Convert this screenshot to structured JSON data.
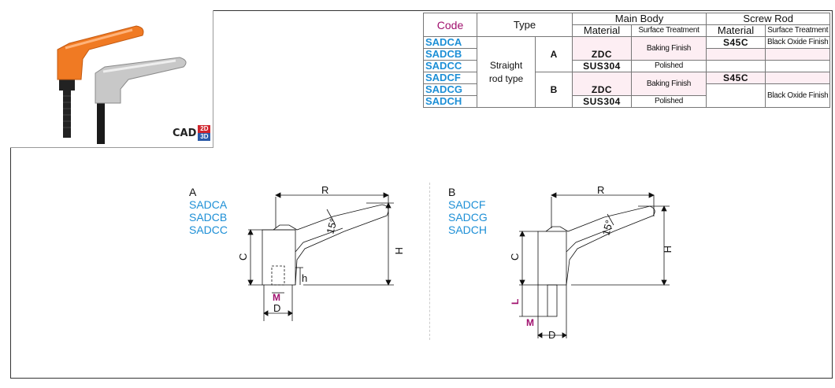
{
  "table": {
    "headers": {
      "code": "Code",
      "type": "Type",
      "main_body": "Main Body",
      "screw_rod": "Screw Rod",
      "material": "Material",
      "surface_treatment": "Surface Treatment"
    },
    "rod_type": [
      "Straight",
      "rod type"
    ],
    "rows": [
      {
        "code": "SADCA",
        "group": "A",
        "body_material": "ZDC",
        "body_treatment": "Baking Finish",
        "rod_material": "S45C",
        "rod_treatment": "Black Oxide Finish"
      },
      {
        "code": "SADCB",
        "group": "A",
        "body_material": "ZDC",
        "body_treatment": "Baking Finish",
        "rod_material": "",
        "rod_treatment": ""
      },
      {
        "code": "SADCC",
        "group": "A",
        "body_material": "SUS304",
        "body_treatment": "Polished",
        "rod_material": "",
        "rod_treatment": ""
      },
      {
        "code": "SADCF",
        "group": "B",
        "body_material": "ZDC",
        "body_treatment": "Baking Finish",
        "rod_material": "S45C",
        "rod_treatment": ""
      },
      {
        "code": "SADCG",
        "group": "B",
        "body_material": "ZDC",
        "body_treatment": "Baking Finish",
        "rod_material": "",
        "rod_treatment": "Black Oxide Finish"
      },
      {
        "code": "SADCH",
        "group": "B",
        "body_material": "SUS304",
        "body_treatment": "Polished",
        "rod_material": "",
        "rod_treatment": ""
      }
    ]
  },
  "cad": {
    "label": "CAD",
    "d2": "2D",
    "d3": "3D"
  },
  "drawing_a": {
    "letter": "A",
    "codes": [
      "SADCA",
      "SADCB",
      "SADCC"
    ],
    "dims": {
      "R": "R",
      "angle": "15°",
      "H": "H",
      "C": "C",
      "h": "h",
      "M": "M",
      "D": "D"
    }
  },
  "drawing_b": {
    "letter": "B",
    "codes": [
      "SADCF",
      "SADCG",
      "SADCH"
    ],
    "dims": {
      "R": "R",
      "angle": "15°",
      "H": "H",
      "C": "C",
      "L": "L",
      "M": "M",
      "D": "D"
    }
  },
  "colors": {
    "code_blue": "#1d8fd6",
    "code_header": "#a0106e",
    "handle_orange": "#f07a23",
    "handle_silver": "#c8c8c8"
  }
}
